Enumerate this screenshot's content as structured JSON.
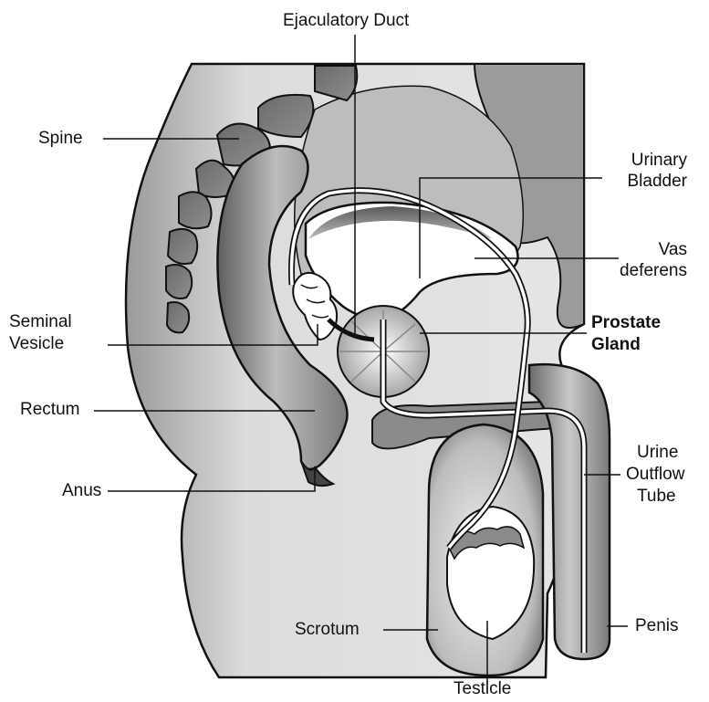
{
  "labels": {
    "ejaculatory_duct": "Ejaculatory Duct",
    "spine": "Spine",
    "urinary_bladder_line1": "Urinary",
    "urinary_bladder_line2": "Bladder",
    "vas_deferens_line1": "Vas",
    "vas_deferens_line2": "deferens",
    "seminal_vesicle_line1": "Seminal",
    "seminal_vesicle_line2": "Vesicle",
    "prostate_gland_line1": "Prostate",
    "prostate_gland_line2": "Gland",
    "rectum": "Rectum",
    "anus": "Anus",
    "urine_outflow_tube_line1": "Urine",
    "urine_outflow_tube_line2": "Outflow",
    "urine_outflow_tube_line3": "Tube",
    "scrotum": "Scrotum",
    "penis": "Penis",
    "testicle": "Testicle"
  },
  "colors": {
    "outline": "#111111",
    "tissue_light": "#e4e4e4",
    "tissue_mid": "#b4b4b4",
    "tissue_dark": "#6e6e6e",
    "organ_white": "#ffffff"
  }
}
